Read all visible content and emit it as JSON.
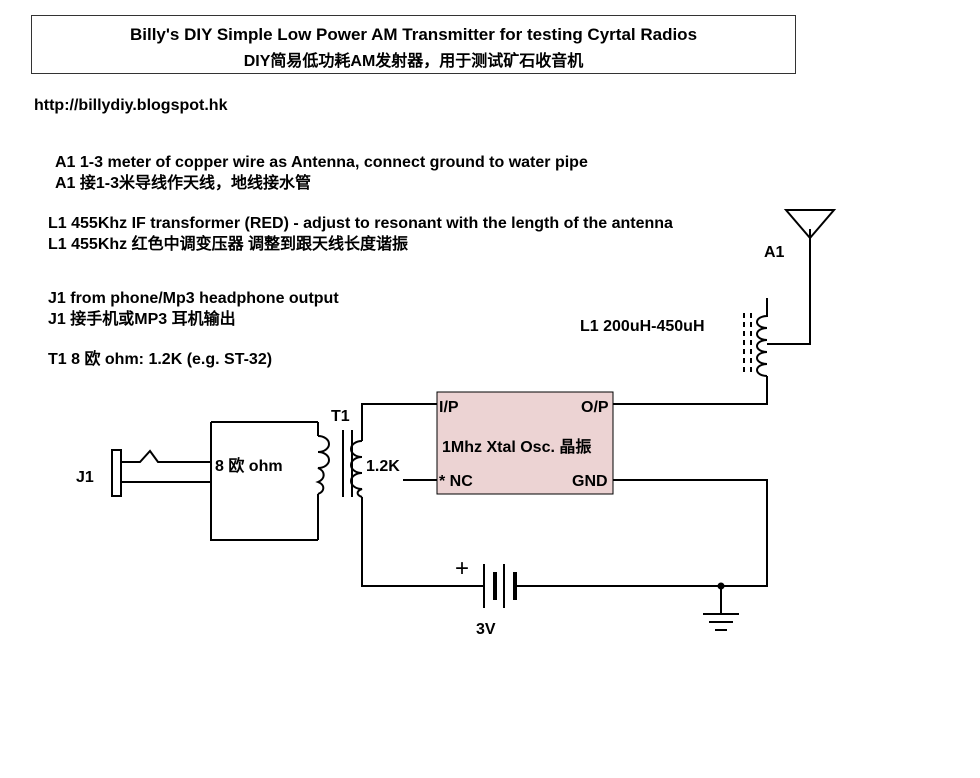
{
  "header": {
    "title_en": "Billy's DIY Simple Low Power AM Transmitter for testing Cyrtal Radios",
    "title_cn": "DIY简易低功耗AM发射器，用于测试矿石收音机"
  },
  "url": "http://billydiy.blogspot.hk",
  "notes": {
    "a1_en": "A1 1-3 meter of copper wire as Antenna, connect ground to water pipe",
    "a1_cn": "A1 接1-3米导线作天线，地线接水管",
    "l1_en": "L1 455Khz IF transformer (RED) - adjust to resonant with the length of the antenna",
    "l1_cn": "L1 455Khz 红色中调变压器 调整到跟天线长度谐振",
    "j1_en": "J1 from phone/Mp3 headphone output",
    "j1_cn": "J1 接手机或MP3 耳机输出",
    "t1": "T1 8 欧 ohm: 1.2K (e.g. ST-32)"
  },
  "schematic": {
    "j1_label": "J1",
    "t1_label": "T1",
    "primary_label": "8 欧 ohm",
    "secondary_label": "1.2K",
    "osc_label": "1Mhz Xtal Osc. 晶振",
    "pin_ip": "I/P",
    "pin_op": "O/P",
    "pin_nc": "*  NC",
    "pin_gnd": "GND",
    "l1_label": "L1 200uH-450uH",
    "a1_label": "A1",
    "battery_label": "3V",
    "battery_plus": "+",
    "osc_fill": "#ecd3d3"
  }
}
